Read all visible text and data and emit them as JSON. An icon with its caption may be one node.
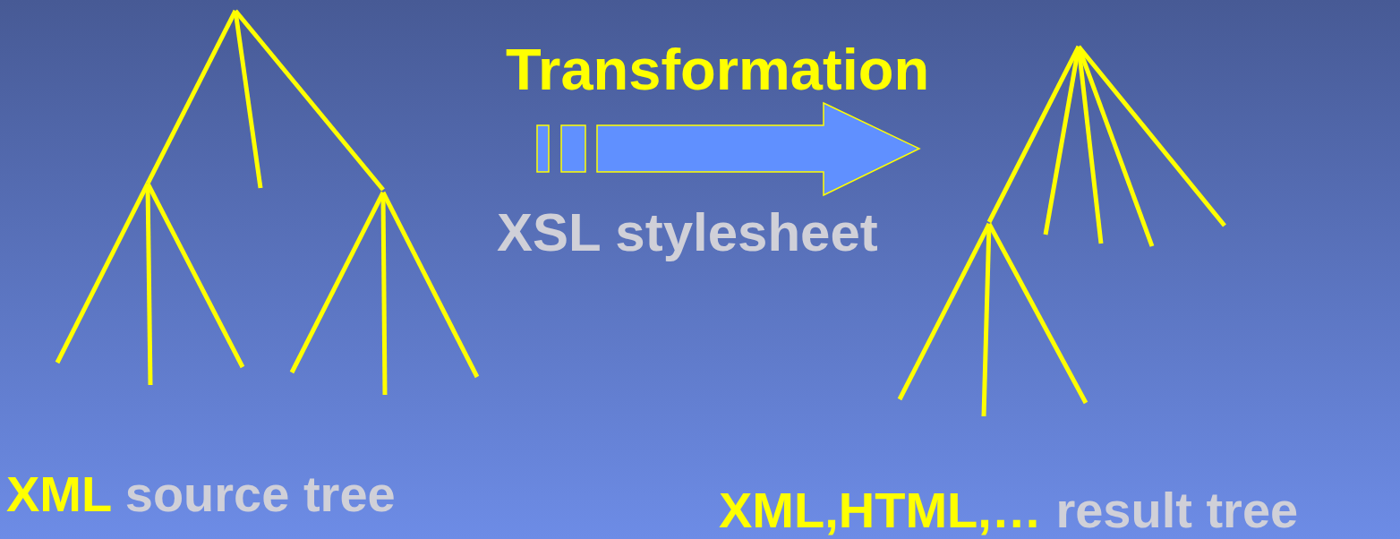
{
  "diagram": {
    "nodes": [
      {
        "text": [],
        "shape": "picture",
        "beside": [
          "XML",
          "source tree"
        ]
      },
      {
        "text": [],
        "shape": "picture",
        "beside": [
          "XML,HTML,…",
          "result tree"
        ]
      }
    ],
    "edges": [
      {
        "from": 0,
        "to": 1,
        "arrow": "to",
        "label": "Transformation"
      }
    ],
    "labels": [
      "XSL stylesheet"
    ]
  }
}
